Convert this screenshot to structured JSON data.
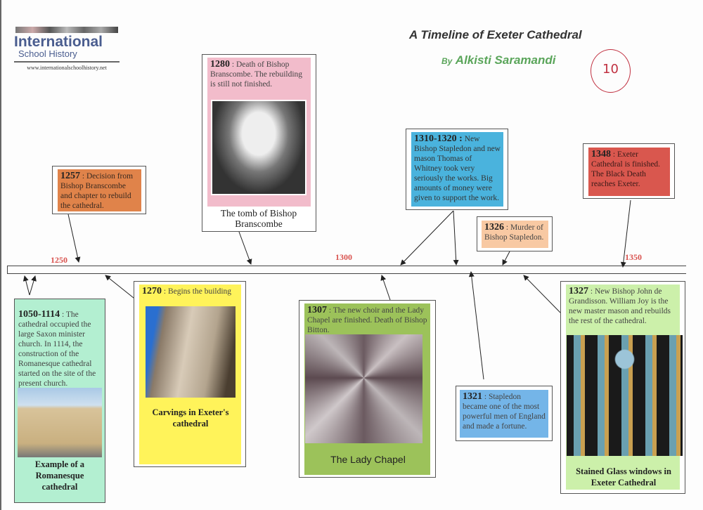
{
  "logo": {
    "line1": "International",
    "line2": "School History",
    "url": "www.internationalschoolhistory.net"
  },
  "title": "A Timeline of Exeter Cathedral",
  "byline": {
    "by": "By",
    "author": "Alkisti Saramandi"
  },
  "grade_mark": "10",
  "timeline_labels": [
    "1250",
    "1300",
    "1350"
  ],
  "events": {
    "e1050": {
      "year": "1050-1114",
      "text": " : The cathedral occupied the large Saxon minister church. In 1114, the construction of the Romanesque cathedral started on the site of the present church.",
      "caption": "Example of a Romanesque cathedral"
    },
    "e1257": {
      "year": "1257",
      "text": " : Decision from Bishop Branscombe and chapter to rebuild the cathedral."
    },
    "e1270": {
      "year": "1270",
      "text": " : Begins the building",
      "caption": "Carvings in Exeter's cathedral"
    },
    "e1280": {
      "year": "1280",
      "text": " : Death of Bishop Branscombe. The rebuilding is still not finished.",
      "caption": "The tomb of Bishop Branscombe"
    },
    "e1307": {
      "year": "1307",
      "text": " : The new choir and  the Lady Chapel are finished. Death of Bishop Bitton.",
      "caption": "The Lady Chapel"
    },
    "e1310": {
      "year": "1310-1320 :",
      "text": " New Bishop Stapledon and new mason Thomas of Whitney took very seriously the works. Big amounts of money were given to support the work."
    },
    "e1321": {
      "year": "1321",
      "text": " : Stapledon became one of the most powerful men of England and made a fortune."
    },
    "e1326": {
      "year": "1326",
      "text": " : Murder of Bishop Stapledon."
    },
    "e1327": {
      "year": "1327",
      "text": " : New Bishop John de Grandisson. William Joy is the new master mason and rebuilds the rest of the cathedral.",
      "caption": "Stained Glass windows in Exeter Cathedral"
    },
    "e1348": {
      "year": "1348",
      "text": " : Exeter Cathedral is finished. The Black Death reaches Exeter."
    }
  },
  "colors": {
    "orange": "#e0834a",
    "pink": "#f2bccb",
    "blue": "#4ab3dd",
    "peach": "#f8c9a3",
    "red": "#d9574e",
    "mint": "#b3efd1",
    "yellow": "#fff35a",
    "green": "#9cc25a",
    "lightblue": "#74b5e8",
    "lightgreen": "#ccf0aa",
    "accent": "#d9534f",
    "title_green": "#5aa55a"
  }
}
